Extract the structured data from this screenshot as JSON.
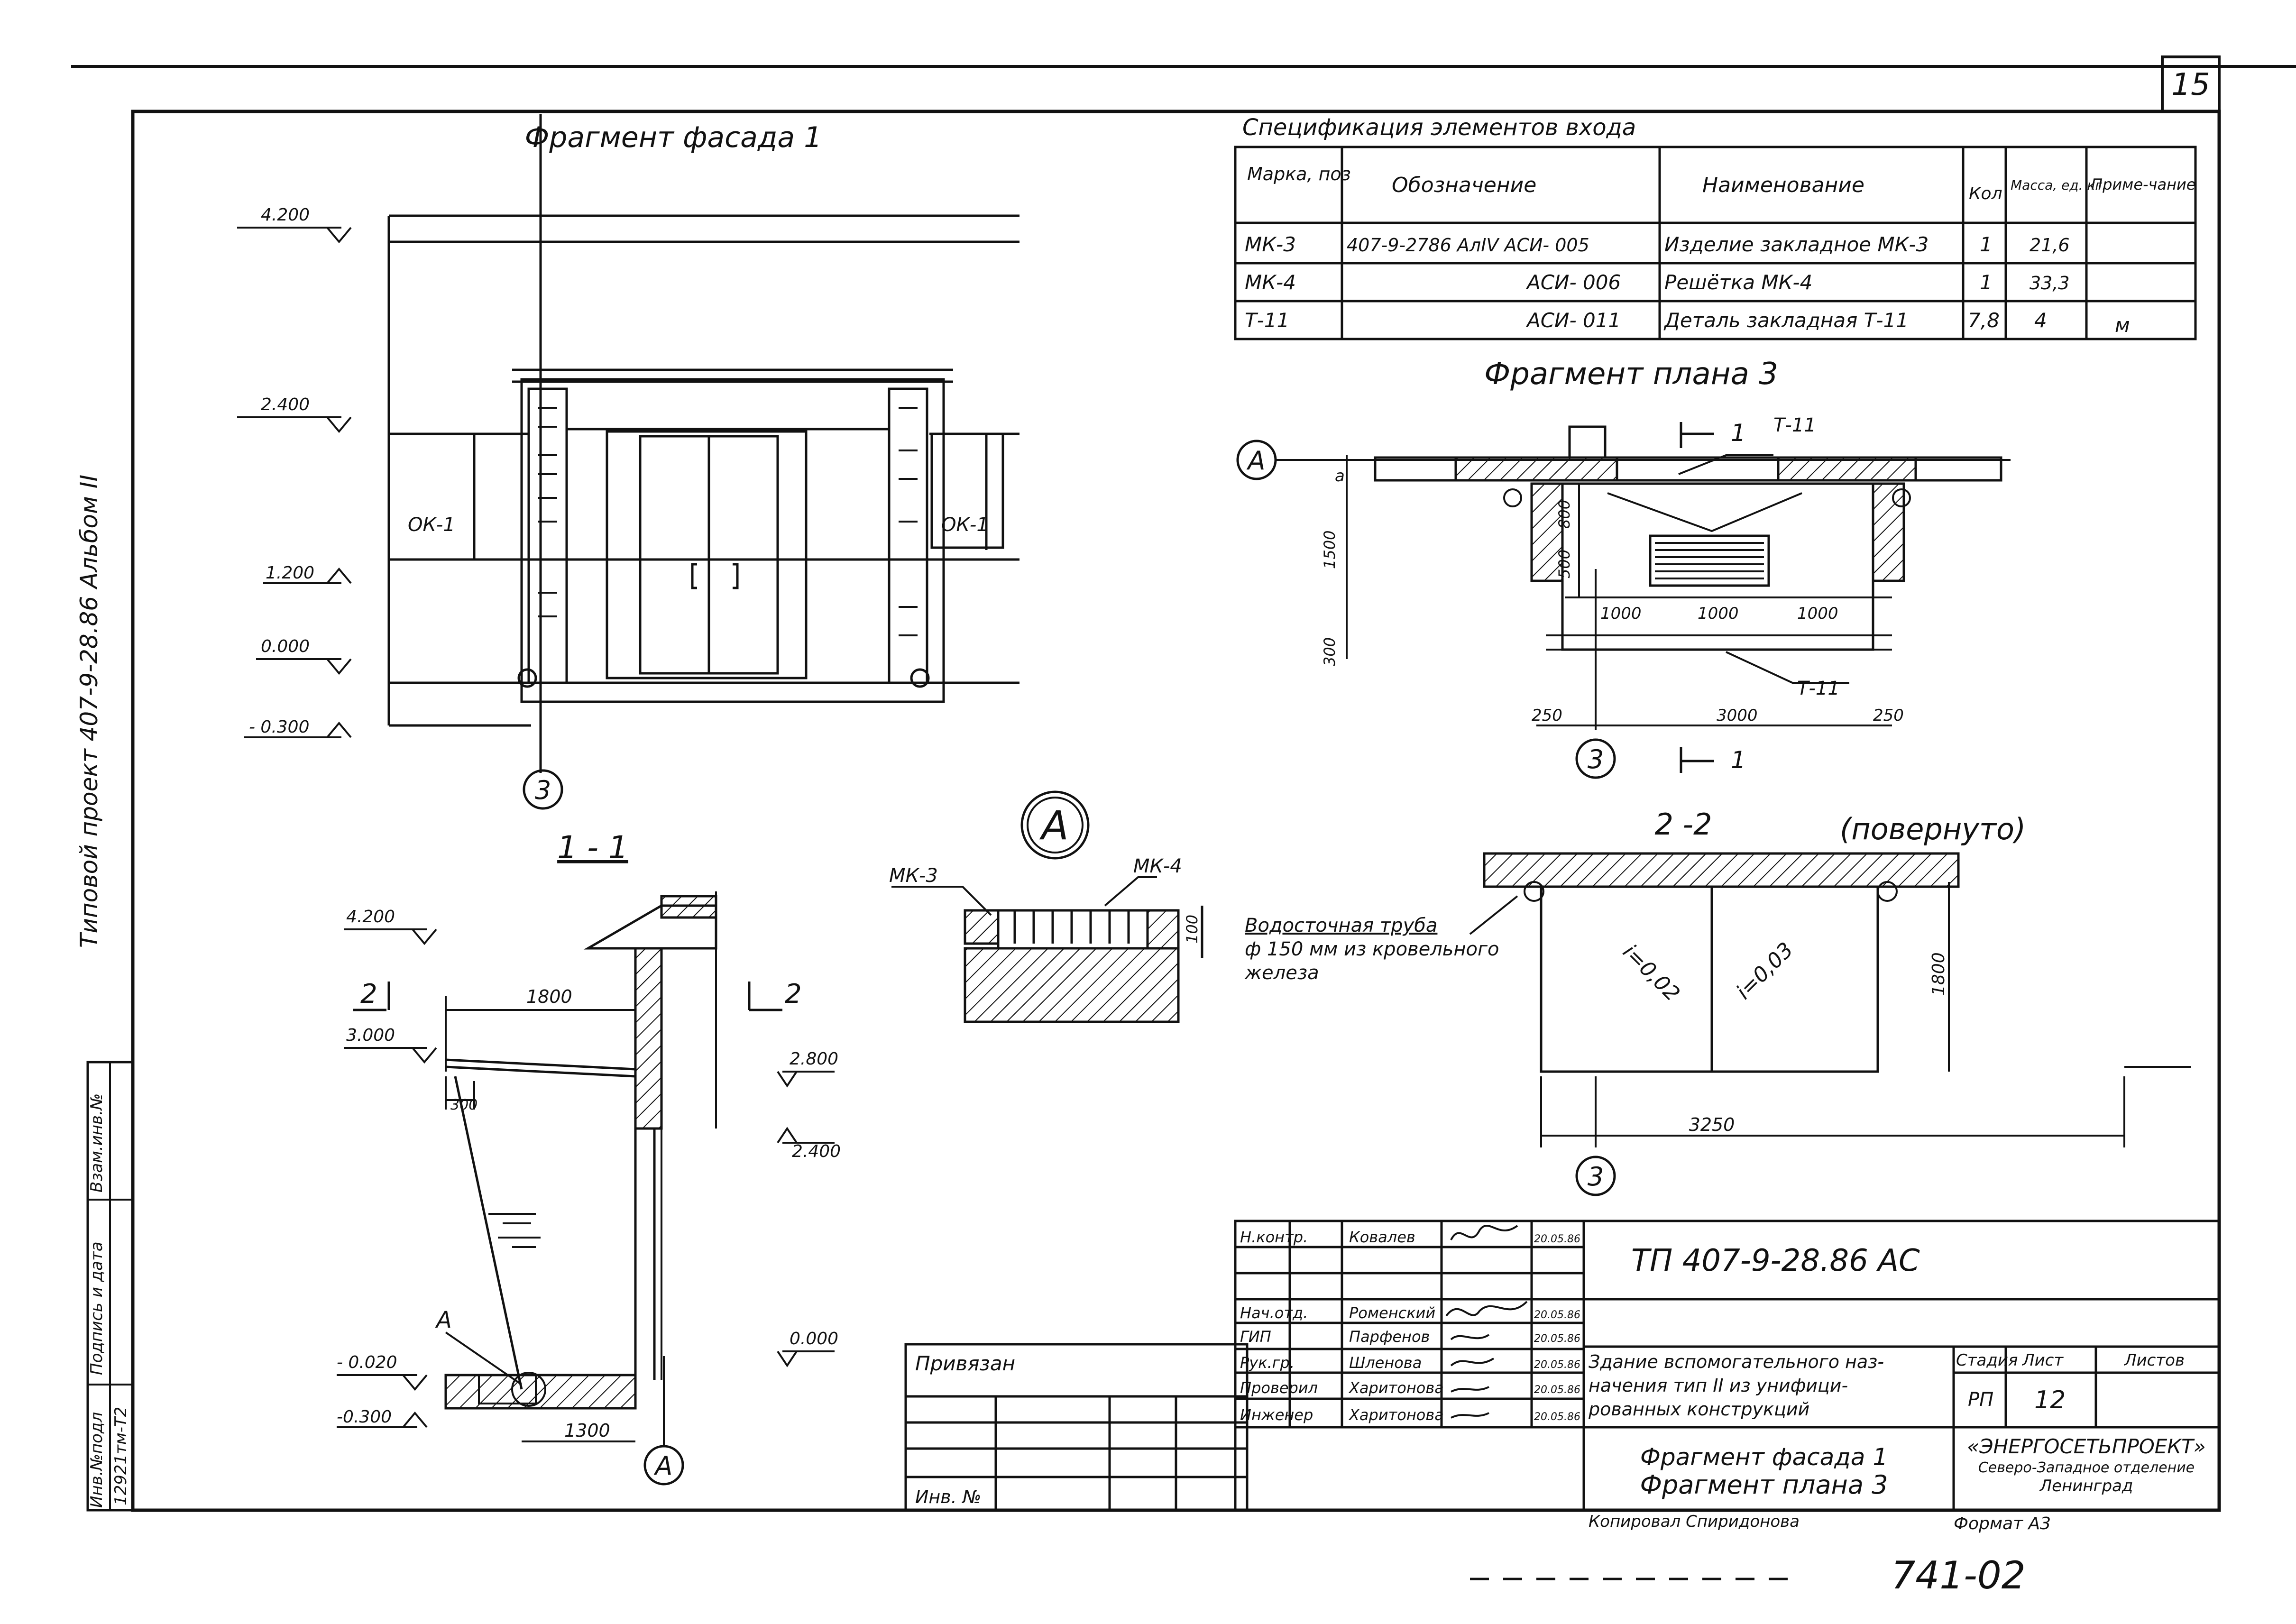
{
  "sheet": {
    "page_number": "15",
    "bottom_code": "741-02"
  },
  "side_label": "Типовой проект 407-9-28.86 Альбом II",
  "facade": {
    "title": "Фрагмент фасада 1",
    "levels": [
      "4.200",
      "2.400",
      "1.200",
      "0.000",
      "- 0.300"
    ],
    "window_left": "ОК-1",
    "window_right": "ОК-1",
    "axis": "3"
  },
  "spec": {
    "title": "Спецификация   элементов  входа",
    "headers": [
      "Марка, поз",
      "Обозначение",
      "Наименование",
      "Кол",
      "Масса, ед. кг.",
      "Приме-чание"
    ],
    "rows": [
      [
        "МК-3",
        "407-9-2786 АлIV  АСИ- 005",
        "Изделие закладное МК-3",
        "1",
        "21,6",
        ""
      ],
      [
        "МК-4",
        "АСИ- 006",
        "Решётка    МК-4",
        "1",
        "33,3",
        ""
      ],
      [
        "Т-11",
        "АСИ- 011",
        "Деталь закладная Т-11",
        "7,8",
        "4",
        "м"
      ]
    ]
  },
  "plan": {
    "title": "Фрагмент плана 3",
    "axis_a": "А",
    "axis_3": "3",
    "dims": [
      "a",
      "1500",
      "800",
      "500",
      "300",
      "1000",
      "1000",
      "1000",
      "250",
      "3000",
      "250"
    ],
    "labels": [
      "Т-11",
      "Т-11"
    ],
    "cut_top": "1",
    "cut_bottom": "1"
  },
  "section11": {
    "title": "1 - 1",
    "levels": [
      "4.200",
      "3.000",
      "- 0.020",
      "-0.300",
      "2.800",
      "2.400",
      "0.000"
    ],
    "dims": [
      "1800",
      "300",
      "1300"
    ],
    "cut_left": "2",
    "cut_right": "2",
    "node": "А",
    "axis": "А"
  },
  "detailA": {
    "title": "А",
    "mk3": "МК-3",
    "mk4": "МК-4",
    "dim": "100"
  },
  "section22": {
    "title": "2 -2",
    "subtitle": "(повернуто)",
    "note_lines": [
      "Водосточная  труба",
      "ф 150 мм  из кровельного",
      "железа"
    ],
    "slopes": [
      "i=0,02",
      "i=0,03"
    ],
    "dims": [
      "1800",
      "3250"
    ],
    "axis": "3"
  },
  "left_stamp": {
    "cells": [
      "Инв.№подл",
      "Подпись и дата",
      "Взам.инв.№"
    ],
    "inv_value": "12921тм-Т2"
  },
  "privyazan": {
    "label": "Привязан",
    "inv": "Инв. №"
  },
  "title_block": {
    "roles": [
      "Н.контр.",
      "Нач.отд.",
      "ГИП",
      "Рук.гр.",
      "Проверил",
      "Инженер"
    ],
    "names": [
      "Ковалев",
      "Роменский",
      "Парфенов",
      "Шленова",
      "Харитонова",
      "Харитонова"
    ],
    "dates": [
      "20.05.86",
      "20.05.86",
      "20.05.86",
      "20.05.86",
      "20.05.86",
      "20.05.86"
    ],
    "code": "ТП   407-9-28.86   АС",
    "building": [
      "Здание вспомогательного наз-",
      "начения  тип II  из  унифици-",
      "рованных   конструкций"
    ],
    "stage_label": "Стадия",
    "sheet_label": "Лист",
    "sheets_label": "Листов",
    "stage": "РП",
    "sheet": "12",
    "drawing_titles": [
      "Фрагмент фасада 1",
      "Фрагмент плана 3"
    ],
    "org": [
      "«ЭНЕРГОСЕТЬПРОЕКТ»",
      "Северо-Западное отделение",
      "Ленинград"
    ],
    "copied": "Копировал  Спиридонова",
    "format": "Формат А3"
  }
}
